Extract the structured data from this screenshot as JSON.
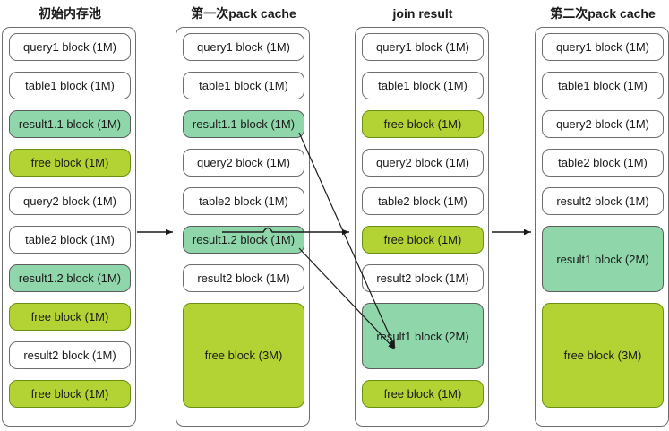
{
  "diagram": {
    "title_note": "Memory pool block layout transitions",
    "colors": {
      "result_block": "#8fd6ab",
      "free_block": "#b3d334",
      "normal_block": "#ffffff",
      "border": "#6e6e6e",
      "arrow": "#1a1a1a"
    },
    "columns": [
      {
        "id": "initial-memory-pool",
        "title": "初始内存池",
        "blocks": [
          {
            "label": "query1 block (1M)",
            "kind": "normal",
            "size": 1
          },
          {
            "label": "table1 block (1M)",
            "kind": "normal",
            "size": 1
          },
          {
            "label": "result1.1 block (1M)",
            "kind": "result",
            "size": 1
          },
          {
            "label": "free block (1M)",
            "kind": "free",
            "size": 1
          },
          {
            "label": "query2 block (1M)",
            "kind": "normal",
            "size": 1
          },
          {
            "label": "table2 block (1M)",
            "kind": "normal",
            "size": 1
          },
          {
            "label": "result1.2 block (1M)",
            "kind": "result",
            "size": 1
          },
          {
            "label": "free block (1M)",
            "kind": "free",
            "size": 1
          },
          {
            "label": "result2 block (1M)",
            "kind": "normal",
            "size": 1
          },
          {
            "label": "free block (1M)",
            "kind": "free",
            "size": 1
          }
        ]
      },
      {
        "id": "first-pack-cache",
        "title": "第一次pack cache",
        "blocks": [
          {
            "label": "query1 block (1M)",
            "kind": "normal",
            "size": 1
          },
          {
            "label": "table1 block (1M)",
            "kind": "normal",
            "size": 1
          },
          {
            "label": "result1.1 block (1M)",
            "kind": "result",
            "size": 1
          },
          {
            "label": "query2 block (1M)",
            "kind": "normal",
            "size": 1
          },
          {
            "label": "table2 block (1M)",
            "kind": "normal",
            "size": 1
          },
          {
            "label": "result1.2 block (1M)",
            "kind": "result",
            "size": 1
          },
          {
            "label": "result2 block (1M)",
            "kind": "normal",
            "size": 1
          },
          {
            "label": "free block (3M)",
            "kind": "free",
            "size": 3
          }
        ]
      },
      {
        "id": "join-result",
        "title": "join result",
        "blocks": [
          {
            "label": "query1 block (1M)",
            "kind": "normal",
            "size": 1
          },
          {
            "label": "table1 block (1M)",
            "kind": "normal",
            "size": 1
          },
          {
            "label": "free block (1M)",
            "kind": "free",
            "size": 1
          },
          {
            "label": "query2 block (1M)",
            "kind": "normal",
            "size": 1
          },
          {
            "label": "table2 block (1M)",
            "kind": "normal",
            "size": 1
          },
          {
            "label": "free block (1M)",
            "kind": "free",
            "size": 1
          },
          {
            "label": "result2 block (1M)",
            "kind": "normal",
            "size": 1
          },
          {
            "label": "result1 block (2M)",
            "kind": "result",
            "size": 2
          },
          {
            "label": "free block (1M)",
            "kind": "free",
            "size": 1
          }
        ]
      },
      {
        "id": "second-pack-cache",
        "title": "第二次pack cache",
        "blocks": [
          {
            "label": "query1 block (1M)",
            "kind": "normal",
            "size": 1
          },
          {
            "label": "table1 block (1M)",
            "kind": "normal",
            "size": 1
          },
          {
            "label": "query2 block (1M)",
            "kind": "normal",
            "size": 1
          },
          {
            "label": "table2 block (1M)",
            "kind": "normal",
            "size": 1
          },
          {
            "label": "result2 block (1M)",
            "kind": "normal",
            "size": 1
          },
          {
            "label": "result1 block (2M)",
            "kind": "result",
            "size": 2
          },
          {
            "label": "free block (3M)",
            "kind": "free",
            "size": 3
          }
        ]
      }
    ],
    "connectors": [
      {
        "id": "arrow-pool-to-pack1",
        "kind": "straight-arrow",
        "from": "initial-memory-pool",
        "to": "first-pack-cache"
      },
      {
        "id": "arrow-pack1-to-join",
        "kind": "straight-arrow",
        "from": "first-pack-cache",
        "to": "join-result"
      },
      {
        "id": "arrow-join-to-pack2",
        "kind": "straight-arrow",
        "from": "join-result",
        "to": "second-pack-cache"
      },
      {
        "id": "arrow-result11-to-result1",
        "kind": "diagonal-arrow",
        "from": "result1.1 block (1M)",
        "to": "result1 block (2M)"
      },
      {
        "id": "arrow-result12-to-result1",
        "kind": "diagonal-arrow",
        "from": "result1.2 block (1M)",
        "to": "result1 block (2M)"
      }
    ]
  }
}
